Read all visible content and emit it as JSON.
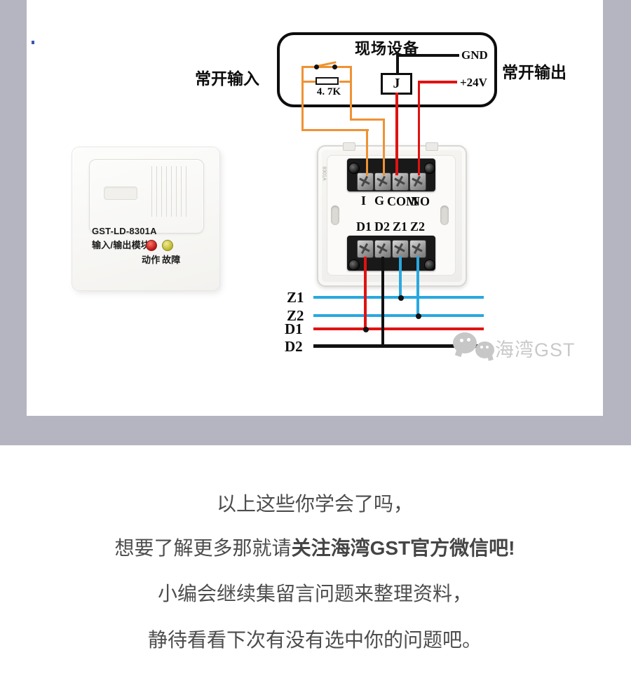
{
  "colors": {
    "frame_gray": "#b4b5c1",
    "wire_orange": "#ef9234",
    "wire_red": "#e01212",
    "wire_blue": "#29a8e0",
    "wire_black": "#111111",
    "footer_text": "#4d4d4d",
    "watermark_gray": "#c8c8c8",
    "led_red": "#c01310",
    "led_yellow": "#c6c32e"
  },
  "diagram": {
    "field_device": {
      "title": "现场设备",
      "gnd": "GND",
      "v24": "+24V",
      "relay": "J",
      "resistor": "4. 7K"
    },
    "labels": {
      "input": "常开输入",
      "output": "常开输出"
    },
    "module_front": {
      "model": "GST-LD-8301A",
      "type": "输入/输出模块",
      "led_action": "动作",
      "led_fault": "故障"
    },
    "module_back": {
      "side_label": "8301A",
      "top_terminals": [
        "I",
        "G",
        "COM",
        "NO"
      ],
      "bottom_terminals": [
        "D1",
        "D2",
        "Z1",
        "Z2"
      ]
    },
    "bus": [
      {
        "label": "Z1"
      },
      {
        "label": "Z2"
      },
      {
        "label": "D1"
      },
      {
        "label": "D2"
      }
    ]
  },
  "watermark": {
    "text": "海湾GST"
  },
  "footer": {
    "line1": "以上这些你学会了吗，",
    "line2_regular": "想要了解更多那就请",
    "line2_bold": "关注海湾GST官方微信吧!",
    "line3": "小编会继续集留言问题来整理资料，",
    "line4": "静待看看下次有没有选中你的问题吧。"
  }
}
